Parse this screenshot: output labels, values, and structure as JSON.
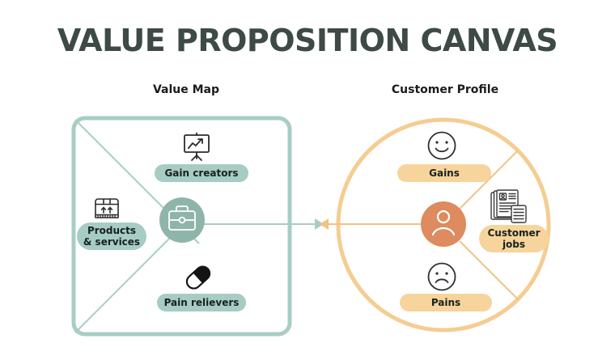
{
  "title": "VALUE PROPOSITION CANVAS",
  "sections": {
    "value_map": {
      "heading": "Value Map",
      "center_icon": "briefcase-icon",
      "items": [
        {
          "label": "Gain creators",
          "icon": "presentation-chart-icon"
        },
        {
          "label": "Products\n& services",
          "icon": "package-box-icon"
        },
        {
          "label": "Pain relievers",
          "icon": "capsule-pill-icon"
        }
      ]
    },
    "customer_profile": {
      "heading": "Customer Profile",
      "center_icon": "person-icon",
      "items": [
        {
          "label": "Gains",
          "icon": "smiley-face-icon"
        },
        {
          "label": "Customer\njobs",
          "icon": "documents-list-icon"
        },
        {
          "label": "Pains",
          "icon": "sad-face-icon"
        }
      ]
    }
  },
  "connector": {
    "left_arrow_icon": "arrow-right-icon",
    "right_arrow_icon": "arrow-left-icon"
  },
  "colors": {
    "title_text": "#3d4a45",
    "heading_text": "#1b1b1b",
    "teal_border": "#a8cdc5",
    "teal_line": "#a8cdc5",
    "teal_center": "#8fb5aa",
    "teal_pill": "#a6ccc4",
    "peach_border": "#f5cd92",
    "peach_line": "#f0c384",
    "orange_center": "#dd8b5f",
    "peach_pill": "#f6d49b",
    "icon_dark": "#2b2b2b",
    "background": "#ffffff"
  }
}
